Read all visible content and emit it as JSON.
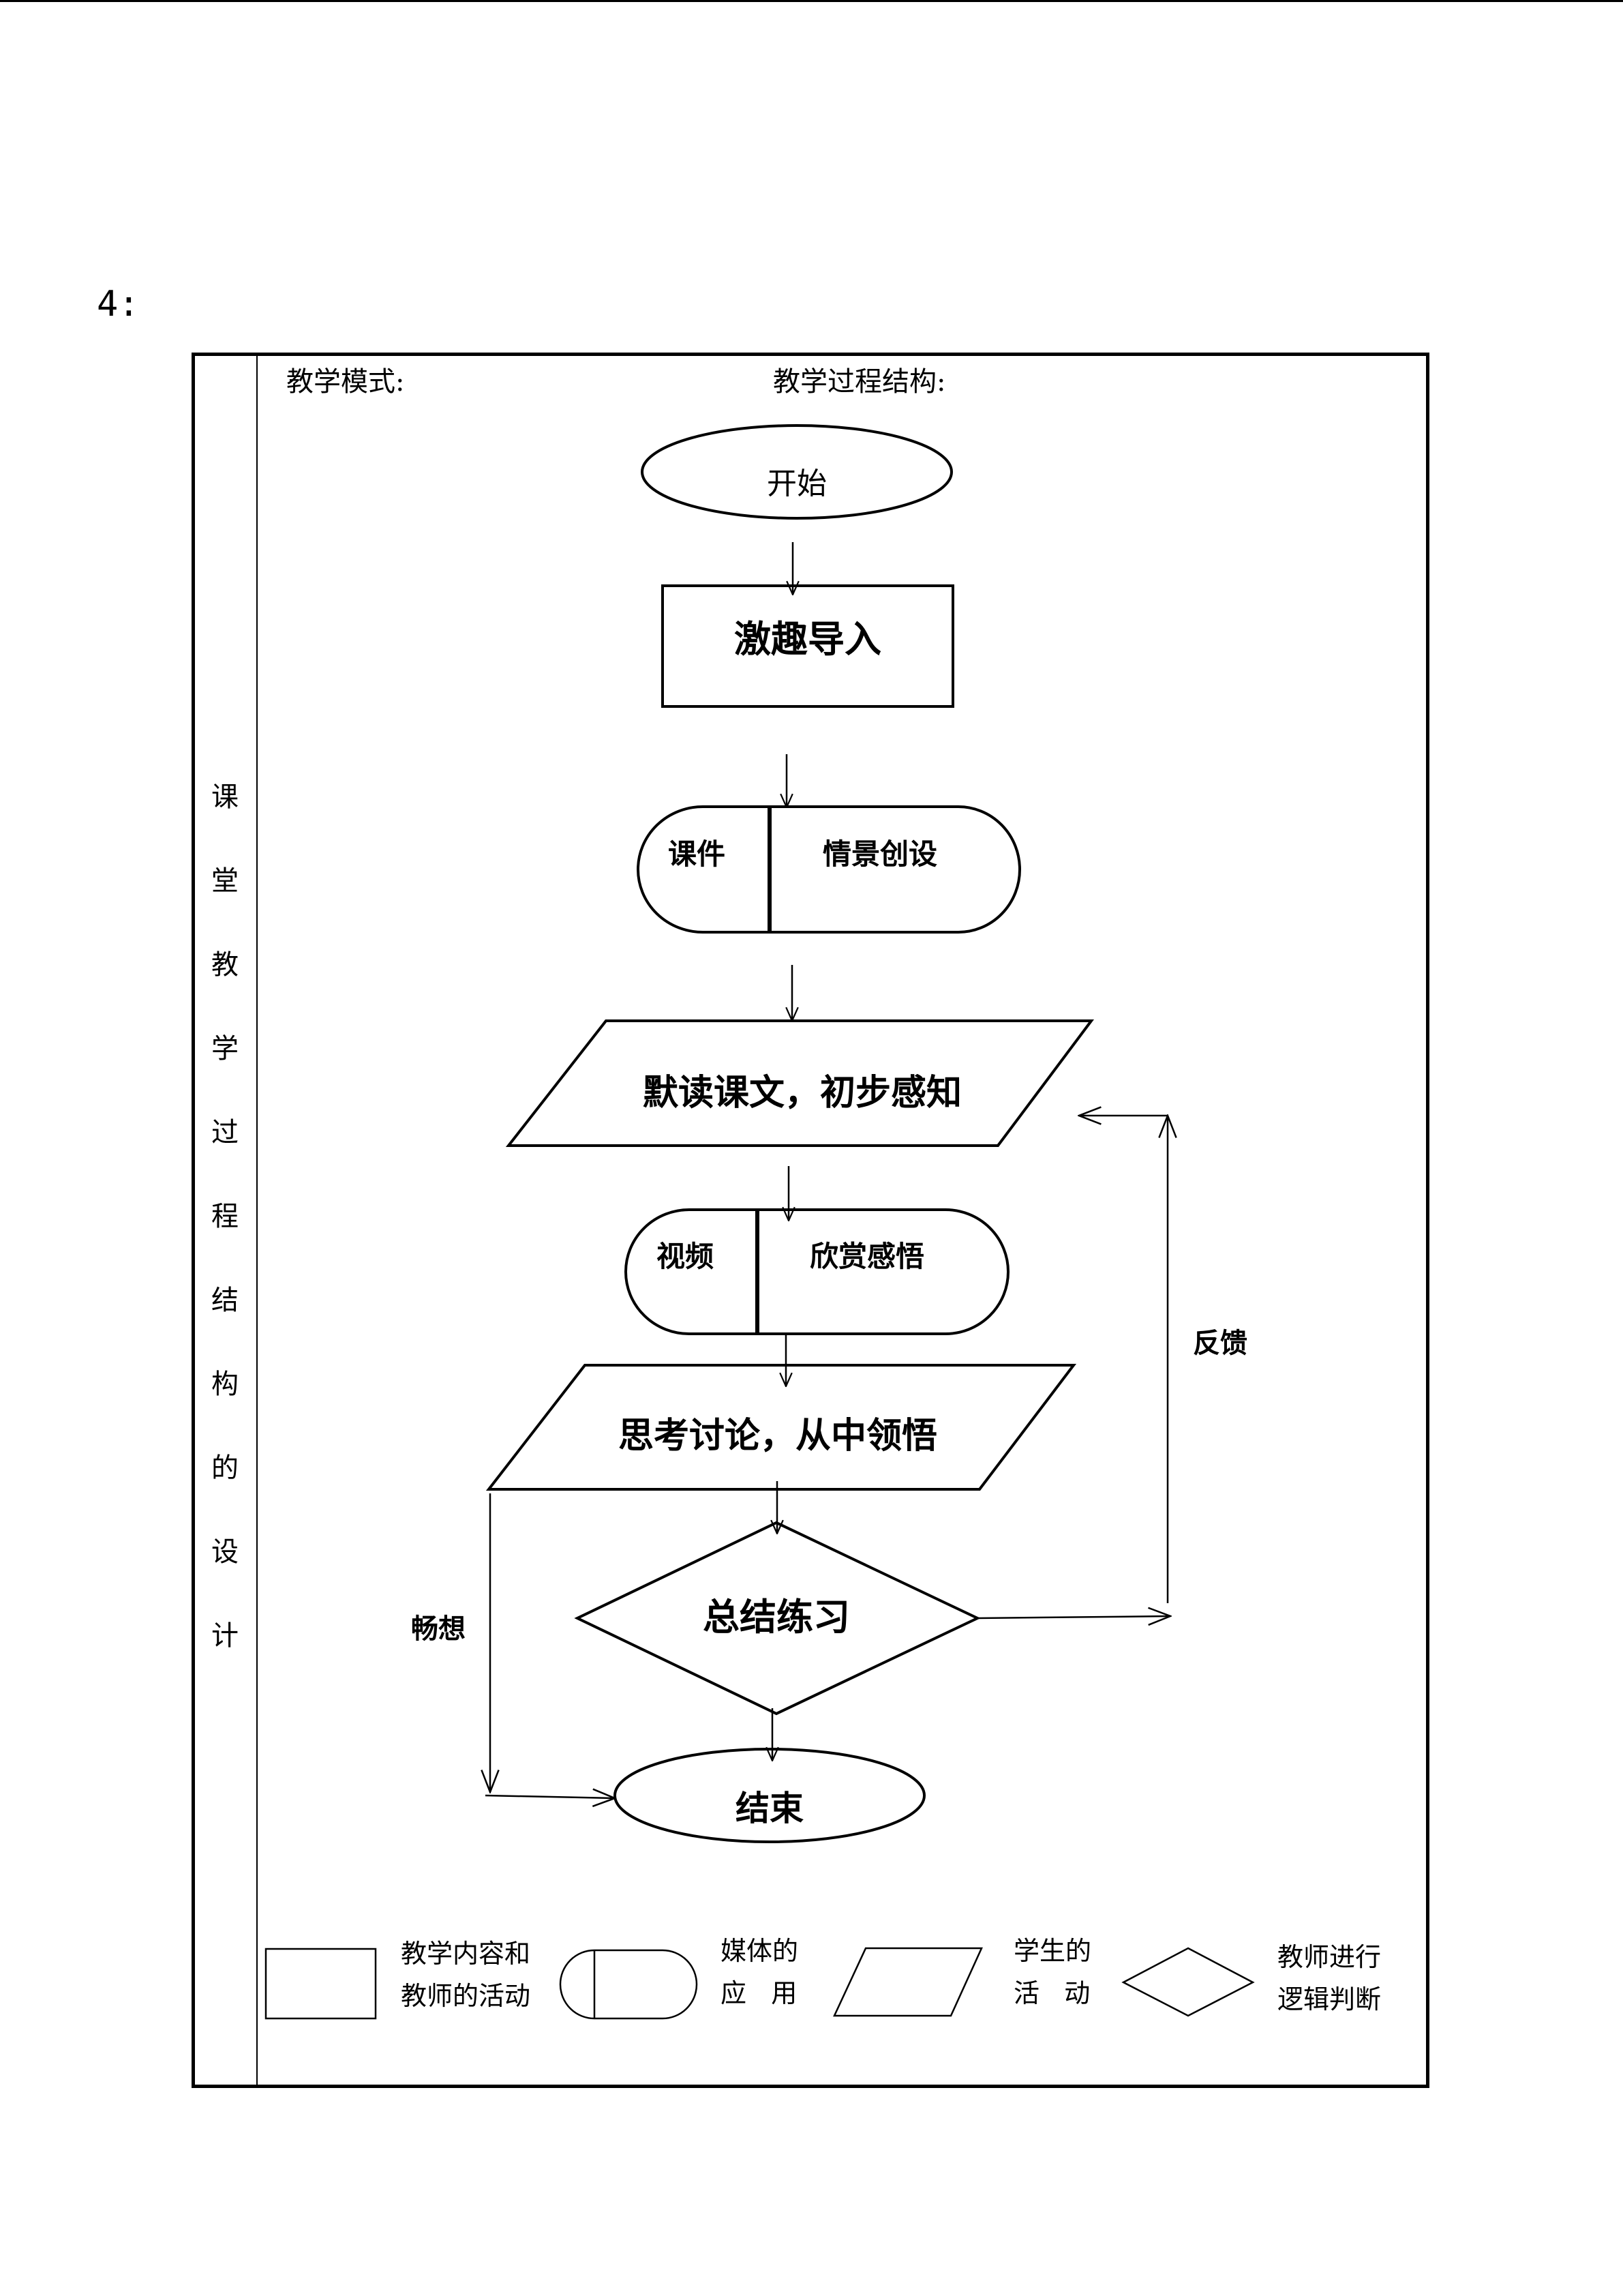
{
  "section_number": "4:",
  "side_title": [
    "课",
    "堂",
    "教",
    "学",
    "过",
    "程",
    "结",
    "构",
    "的",
    "设",
    "计"
  ],
  "header": {
    "mode_label": "教学模式:",
    "structure_label": "教学过程结构:"
  },
  "flowchart": {
    "nodes": {
      "start": "开始",
      "intro": "激趣导入",
      "media1_label": "课件",
      "media1_text": "情景创设",
      "read": "默读课文，初步感知",
      "media2_label": "视频",
      "media2_text": "欣赏感悟",
      "discuss": "思考讨论，从中领悟",
      "summary": "总结练习",
      "end": "结束"
    },
    "edges": {
      "feedback": "反馈",
      "imagine": "畅想"
    }
  },
  "legend": [
    {
      "shape": "rectangle",
      "lines": [
        "教学内容和",
        "教师的活动"
      ]
    },
    {
      "shape": "media-capsule",
      "lines": [
        "媒体的",
        "应   用"
      ]
    },
    {
      "shape": "parallelogram",
      "lines": [
        "学生的",
        "活   动"
      ]
    },
    {
      "shape": "diamond",
      "lines": [
        "教师进行",
        "逻辑判断"
      ]
    }
  ]
}
